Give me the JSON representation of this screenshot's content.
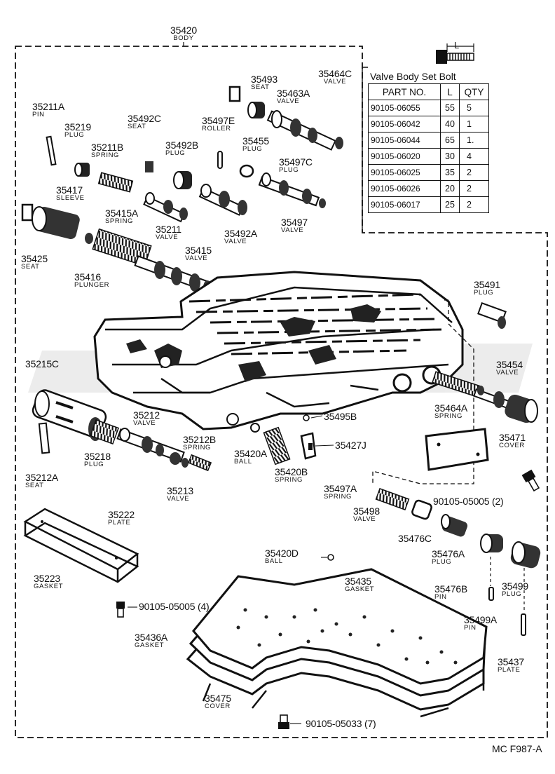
{
  "header": {
    "part_no": "35420",
    "name": "BODY"
  },
  "reference_code": "MC F987-A",
  "bolt_table": {
    "title": "Valve Body Set Bolt",
    "dimension_label": "L",
    "columns": [
      "PART NO.",
      "L",
      "QTY"
    ],
    "rows": [
      {
        "part": "90105-06055",
        "l": "55",
        "qty": "5"
      },
      {
        "part": "90105-06042",
        "l": "40",
        "qty": "1"
      },
      {
        "part": "90105-06044",
        "l": "65",
        "qty": "1."
      },
      {
        "part": "90105-06020",
        "l": "30",
        "qty": "4"
      },
      {
        "part": "90105-06025",
        "l": "35",
        "qty": "2"
      },
      {
        "part": "90105-06026",
        "l": "20",
        "qty": "2"
      },
      {
        "part": "90105-06017",
        "l": "25",
        "qty": "2"
      }
    ]
  },
  "parts": [
    {
      "no": "35493",
      "name": "SEAT"
    },
    {
      "no": "35464C",
      "name": "VALVE"
    },
    {
      "no": "35463A",
      "name": "VALVE"
    },
    {
      "no": "35211A",
      "name": "PIN"
    },
    {
      "no": "35219",
      "name": "PLUG"
    },
    {
      "no": "35492C",
      "name": "SEAT"
    },
    {
      "no": "35497E",
      "name": "ROLLER"
    },
    {
      "no": "35455",
      "name": "PLUG"
    },
    {
      "no": "35211B",
      "name": "SPRING"
    },
    {
      "no": "35492B",
      "name": "PLUG"
    },
    {
      "no": "35497C",
      "name": "PLUG"
    },
    {
      "no": "35417",
      "name": "SLEEVE"
    },
    {
      "no": "35415A",
      "name": "SPRING"
    },
    {
      "no": "35211",
      "name": "VALVE"
    },
    {
      "no": "35492A",
      "name": "VALVE"
    },
    {
      "no": "35497",
      "name": "VALVE"
    },
    {
      "no": "35425",
      "name": "SEAT"
    },
    {
      "no": "35416",
      "name": "PLUNGER"
    },
    {
      "no": "35415",
      "name": "VALVE"
    },
    {
      "no": "35491",
      "name": "PLUG"
    },
    {
      "no": "35215C",
      "name": ""
    },
    {
      "no": "35454",
      "name": "VALVE"
    },
    {
      "no": "35464A",
      "name": "SPRING"
    },
    {
      "no": "35212",
      "name": "VALVE"
    },
    {
      "no": "35495B",
      "name": ""
    },
    {
      "no": "35212B",
      "name": "SPRING"
    },
    {
      "no": "35427J",
      "name": ""
    },
    {
      "no": "35218",
      "name": "PLUG"
    },
    {
      "no": "35420A",
      "name": "BALL"
    },
    {
      "no": "35471",
      "name": "COVER"
    },
    {
      "no": "35212A",
      "name": "SEAT"
    },
    {
      "no": "35420B",
      "name": "SPRING"
    },
    {
      "no": "35213",
      "name": "VALVE"
    },
    {
      "no": "35497A",
      "name": "SPRING"
    },
    {
      "no": "90105-05005 (2)",
      "name": ""
    },
    {
      "no": "35222",
      "name": "PLATE"
    },
    {
      "no": "35498",
      "name": "VALVE"
    },
    {
      "no": "35476C",
      "name": ""
    },
    {
      "no": "35420D",
      "name": "BALL"
    },
    {
      "no": "35476A",
      "name": "PLUG"
    },
    {
      "no": "35223",
      "name": "GASKET"
    },
    {
      "no": "35435",
      "name": "GASKET"
    },
    {
      "no": "35476B",
      "name": "PIN"
    },
    {
      "no": "35499",
      "name": "PLUG"
    },
    {
      "no": "90105-05005 (4)",
      "name": ""
    },
    {
      "no": "35499A",
      "name": "PIN"
    },
    {
      "no": "35436A",
      "name": "GASKET"
    },
    {
      "no": "35437",
      "name": "PLATE"
    },
    {
      "no": "35475",
      "name": "COVER"
    },
    {
      "no": "90105-05033 (7)",
      "name": ""
    }
  ]
}
